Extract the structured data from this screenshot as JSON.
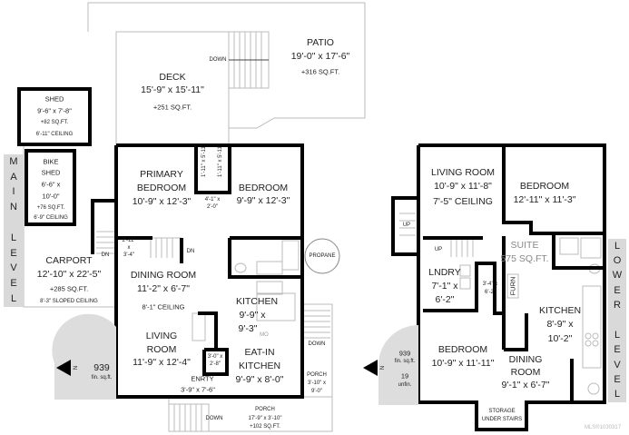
{
  "main_level": {
    "level_label": [
      "M",
      "A",
      "I",
      "N",
      "",
      "L",
      "E",
      "V",
      "E",
      "L"
    ],
    "patio": {
      "name": "PATIO",
      "dims": "19'-0\" x 17'-6\"",
      "area": "+316 SQ.FT."
    },
    "deck": {
      "name": "DECK",
      "dims": "15'-9\" x 15'-11\"",
      "area": "+251 SQ.FT."
    },
    "deck_stairs": "DOWN",
    "shed": {
      "name": "SHED",
      "dims": "9'-6\" x 7'-8\"",
      "area": "+82 SQ.FT.",
      "ceiling": "6'-11\" CEILING"
    },
    "bike_shed": {
      "name1": "BIKE",
      "name2": "SHED",
      "dims1": "6'-6\" x",
      "dims2": "10'-0\"",
      "area": "+76 SQ.FT.",
      "ceiling": "6'-9\" CEILING"
    },
    "carport": {
      "name": "CARPORT",
      "dims": "12'-10\" x 22'-5\"",
      "area": "+285 SQ.FT.",
      "ceiling": "8'-3\" SLOPED  CEILING"
    },
    "primary_bedroom": {
      "name1": "PRIMARY",
      "name2": "BEDROOM",
      "dims": "10'-9\" x 12'-3\""
    },
    "closet1": "1'-11\" x 5'-11\"",
    "closet2": "1'-11\" x 5'-11\"",
    "closet3": {
      "l1": "4'-1\" x",
      "l2": "2'-0\""
    },
    "bedroom": {
      "name": "BEDROOM",
      "dims": "9'-9\" x 12'-3\""
    },
    "landing": {
      "l1": "2'-11\"",
      "l2": "x",
      "l3": "3'-4\""
    },
    "stairs_dn_outer": "DN",
    "stairs_dn_inner": "DN",
    "dining_room": {
      "name": "DINING ROOM",
      "dims": "11'-2\" x 6'-7\"",
      "ceiling": "8'-1\" CEILING"
    },
    "propane": "PROPANE",
    "kitchen": {
      "name": "KITCHEN",
      "dims1": "9'-9\" x",
      "dims2": "9'-3\"",
      "mw": "MO"
    },
    "living_room": {
      "name1": "LIVING",
      "name2": "ROOM",
      "dims": "11'-9\" x 12'-4\""
    },
    "closet4": {
      "l1": "3'-0\" x",
      "l2": "2'-8\""
    },
    "entry": {
      "name": "ENRTY",
      "dims": "3'-9\" x 7'-6\""
    },
    "eat_in_kitchen": {
      "name1": "EAT-IN",
      "name2": "KITCHEN",
      "dims": "9'-9\" x 8'-0\""
    },
    "side_stairs": "DOWN",
    "side_porch": {
      "name": "PORCH",
      "dims1": "3'-10\" x",
      "dims2": "9'-0\""
    },
    "front_porch": {
      "name": "PORCH",
      "dims": "17'-9\" x 3'-10\"",
      "area": "+102 SQ.FT."
    },
    "front_stairs": "DOWN",
    "area_badge": {
      "fin": "939",
      "fin_label": "fin. sq.ft.",
      "north": "N"
    }
  },
  "lower_level": {
    "level_label": [
      "L",
      "O",
      "W",
      "E",
      "R",
      "",
      "L",
      "E",
      "V",
      "E",
      "L"
    ],
    "living_room": {
      "name": "LIVING ROOM",
      "dims": "10'-9\" x 11'-8\"",
      "ceiling": "7'-5\" CEILING"
    },
    "bedroom1": {
      "name": "BEDROOM",
      "dims": "12'-11\" x 11'-3\""
    },
    "stairs_up_outer": "UP",
    "stairs_up_inner": "UP",
    "suite": {
      "name": "SUITE",
      "area": "575 SQ.FT."
    },
    "laundry": {
      "name": "LNDRY",
      "dims1": "7'-1\" x",
      "dims2": "6'-2\""
    },
    "closet": {
      "l1": "3'-4\" x",
      "l2": "6'-2\""
    },
    "furnace": "FURN",
    "kitchen": {
      "name": "KITCHEN",
      "dims1": "8'-9\" x",
      "dims2": "10'-2\""
    },
    "bedroom2": {
      "name": "BEDROOM",
      "dims": "10'-9\" x 11'-11\""
    },
    "dining_room": {
      "name1": "DINING",
      "name2": "ROOM",
      "dims": "9'-1\" x 6'-7\""
    },
    "storage": {
      "l1": "STORAGE",
      "l2": "UNDER STAIRS"
    },
    "area_badge": {
      "fin": "939",
      "fin_label": "fin. sq.ft.",
      "unfin": "19",
      "unfin_label": "unfin.",
      "north": "N"
    }
  },
  "watermark": "MLS®1030317"
}
